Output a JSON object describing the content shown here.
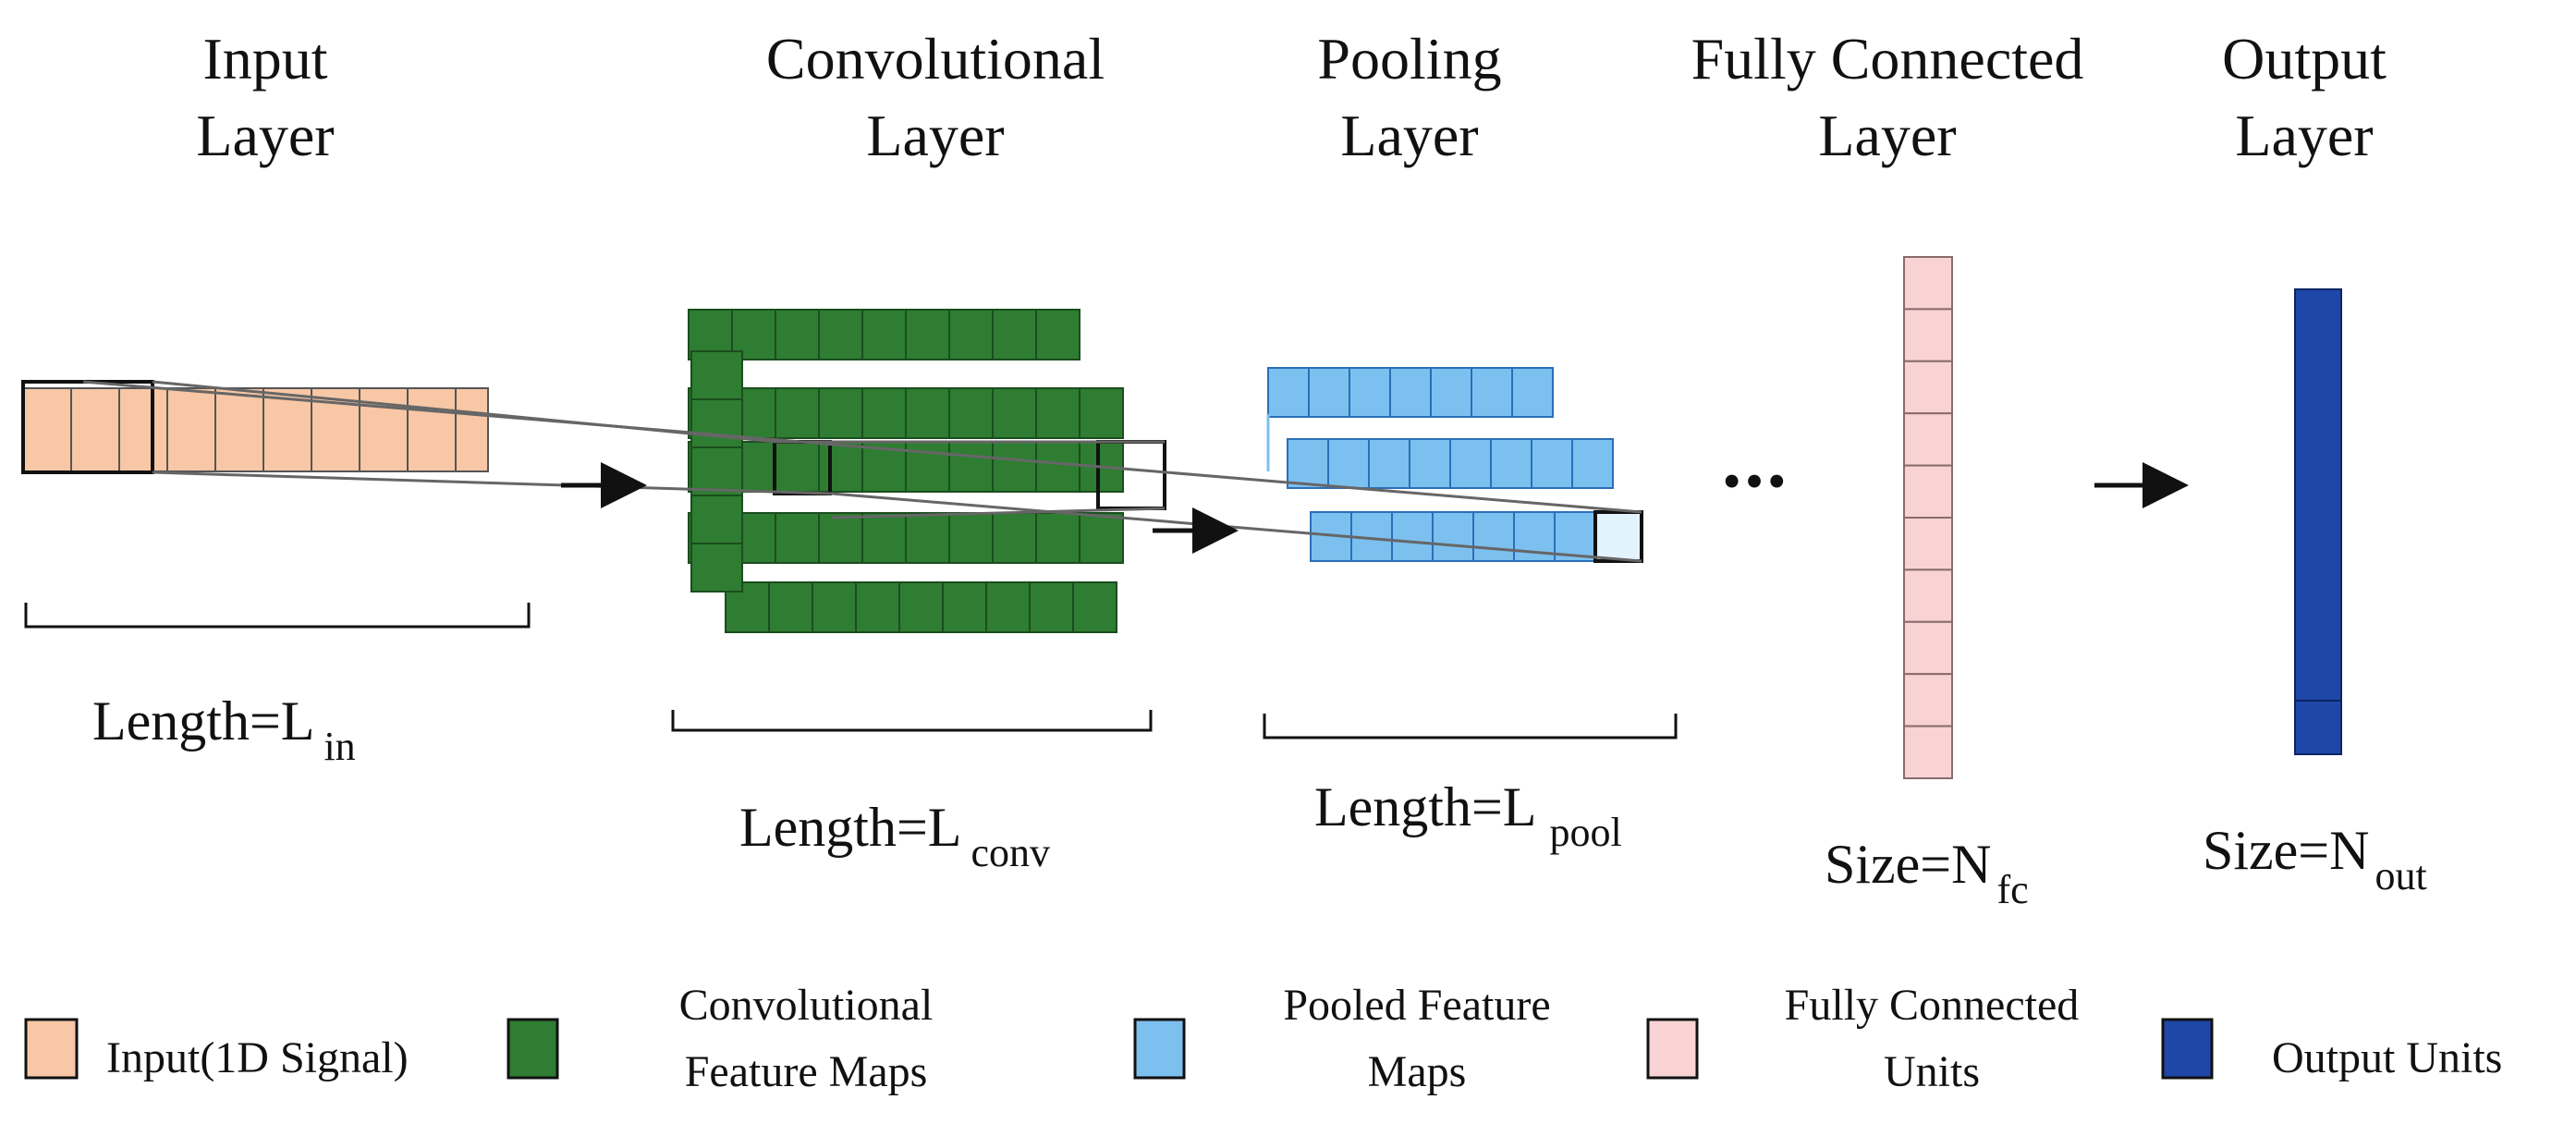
{
  "layers": [
    {
      "id": "input",
      "title_line1": "Input",
      "title_line2": "Layer",
      "dim_main": "Length=L",
      "dim_sub": "in"
    },
    {
      "id": "conv",
      "title_line1": "Convolutional",
      "title_line2": "Layer",
      "dim_main": "Length=L",
      "dim_sub": "conv"
    },
    {
      "id": "pool",
      "title_line1": "Pooling",
      "title_line2": "Layer",
      "dim_main": "Length=L",
      "dim_sub": "pool"
    },
    {
      "id": "fc",
      "title_line1": "Fully Connected",
      "title_line2": "Layer",
      "dim_main": "Size=N",
      "dim_sub": "fc"
    },
    {
      "id": "out",
      "title_line1": "Output",
      "title_line2": "Layer",
      "dim_main": "Size=N",
      "dim_sub": "out"
    }
  ],
  "ellipsis": "•••",
  "legend": [
    {
      "line1": "Input(1D Signal)",
      "line2": "",
      "color": "#f8c7a6"
    },
    {
      "line1": "Convolutional",
      "line2": "Feature Maps",
      "color": "#2e7d32"
    },
    {
      "line1": "Pooled Feature",
      "line2": "Maps",
      "color": "#7cc0ef"
    },
    {
      "line1": "Fully Connected",
      "line2": "Units",
      "color": "#f9d3d3"
    },
    {
      "line1": "Output Units",
      "line2": "",
      "color": "#1f47a8"
    }
  ],
  "colors": {
    "input": "#f8c7a6",
    "conv": "#2e7d32",
    "pool": "#7cc0ef",
    "fc": "#f9d3d3",
    "output": "#1f47a8",
    "stroke": "#111111"
  }
}
